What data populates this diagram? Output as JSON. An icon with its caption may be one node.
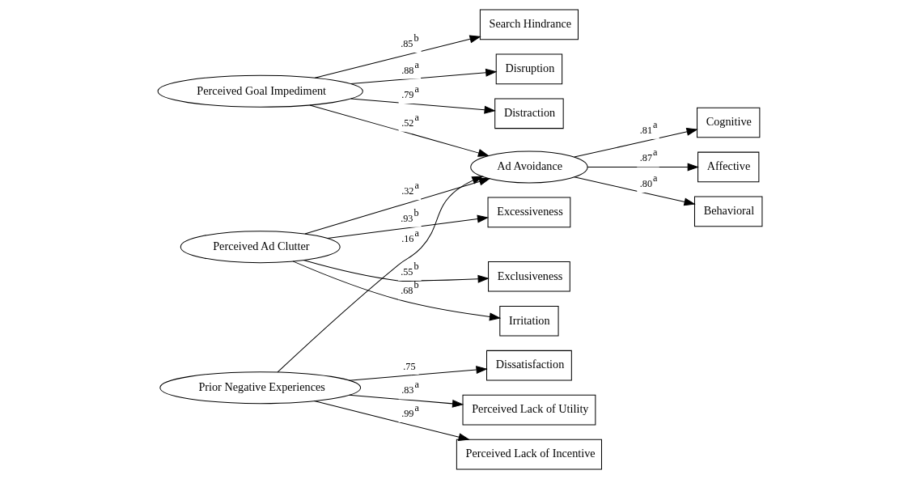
{
  "diagram": {
    "nodes": [
      {
        "text": [
          "Search Hindrance"
        ]
      },
      {
        "text": [
          "Disruption"
        ]
      },
      {
        "text": [
          "Distraction"
        ]
      },
      {
        "text": [
          "Perceived Goal Impediment"
        ]
      },
      {
        "text": [
          "Cognitive"
        ]
      },
      {
        "text": [
          "Affective"
        ]
      },
      {
        "text": [
          "Behavioral"
        ]
      },
      {
        "text": [
          "Excessiveness"
        ]
      },
      {
        "text": [
          "Exclusiveness"
        ]
      },
      {
        "text": [
          "Irritation"
        ]
      },
      {
        "text": [
          "Perceived Ad Clutter"
        ]
      },
      {
        "text": [
          "Ad Avoidance"
        ]
      },
      {
        "text": [
          "Prior Negative Experiences"
        ]
      },
      {
        "text": [
          "Dissatisfaction"
        ]
      },
      {
        "text": [
          "Perceived Lack of Utility"
        ]
      },
      {
        "text": [
          "Perceived Lack of Incentive"
        ]
      }
    ],
    "edges": [
      {
        "from": 3,
        "to": 0,
        "arrow": "to",
        "label": ".85$^{b}$"
      },
      {
        "from": 3,
        "to": 1,
        "arrow": "to",
        "label": ".88$^{a}$"
      },
      {
        "from": 3,
        "to": 2,
        "arrow": "to",
        "label": ".79$^{a}$"
      },
      {
        "from": 11,
        "to": 4,
        "arrow": "to",
        "label": ".81$^{a}$"
      },
      {
        "from": 11,
        "to": 5,
        "arrow": "to",
        "label": ".87$^{a}$"
      },
      {
        "from": 11,
        "to": 6,
        "arrow": "to",
        "label": ".80$^{a}$"
      },
      {
        "from": 10,
        "to": 7,
        "arrow": "to",
        "label": ".93$^{b}$"
      },
      {
        "from": 10,
        "to": 8,
        "arrow": "to",
        "label": ".55$^{b}$"
      },
      {
        "from": 10,
        "to": 9,
        "arrow": "to",
        "label": ".68$^{b}$"
      },
      {
        "from": 3,
        "to": 11,
        "arrow": "to",
        "label": ".52$^{a}$"
      },
      {
        "from": 10,
        "to": 11,
        "arrow": "to",
        "label": ".32$^{a}$"
      },
      {
        "from": 12,
        "to": 11,
        "arrow": "to",
        "label": ".16$^{a}$"
      },
      {
        "from": 12,
        "to": 13,
        "arrow": "to",
        "label": ".75"
      },
      {
        "from": 12,
        "to": 14,
        "arrow": "to",
        "label": ".83$^{a}$"
      },
      {
        "from": 12,
        "to": 15,
        "arrow": "to",
        "label": ".99$^{a}$"
      }
    ]
  }
}
